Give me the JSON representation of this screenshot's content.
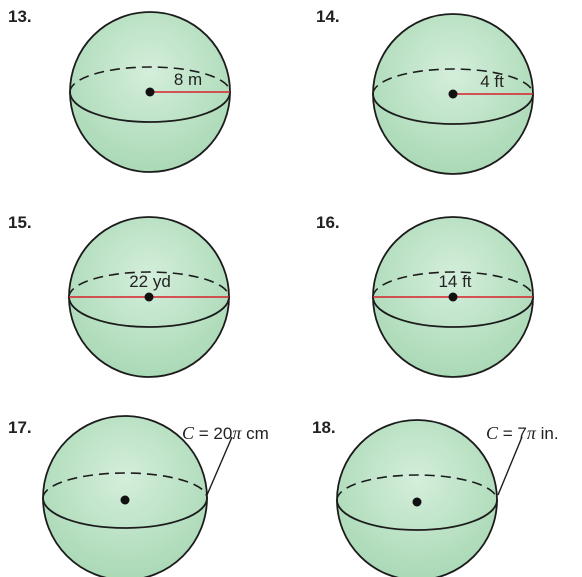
{
  "colors": {
    "sphere_fill": "#bfe3c8",
    "sphere_stroke": "#1c1c1c",
    "measure_line": "#d8202a"
  },
  "problems": [
    {
      "number": "13.",
      "label": "8 m",
      "measure": "radius"
    },
    {
      "number": "14.",
      "label": "4 ft",
      "measure": "radius"
    },
    {
      "number": "15.",
      "label": "22 yd",
      "measure": "diameter"
    },
    {
      "number": "16.",
      "label": "14 ft",
      "measure": "diameter"
    },
    {
      "number": "17.",
      "measure": "circumference",
      "label": {
        "var": "C",
        "eq": " = 20",
        "pi": "π",
        "unit": " cm"
      }
    },
    {
      "number": "18.",
      "measure": "circumference",
      "label": {
        "var": "C",
        "eq": " = 7",
        "pi": "π",
        "unit": " in."
      }
    }
  ]
}
